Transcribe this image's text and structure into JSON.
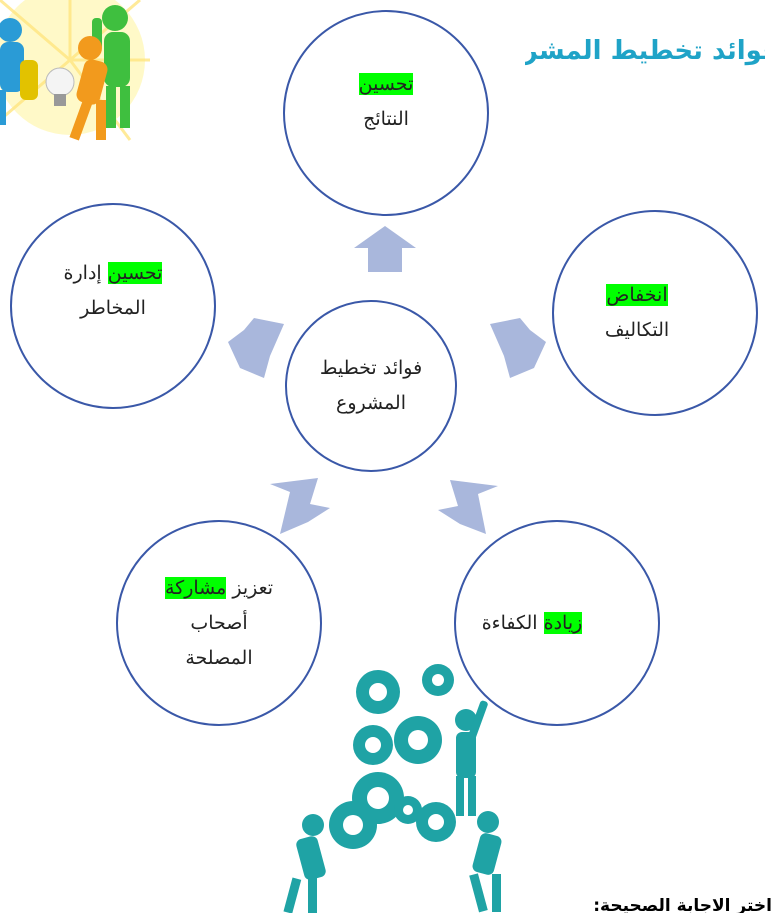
{
  "heading": "فوائد تخطيط المشروع",
  "center": {
    "line1": "فوائد تخطيط",
    "line2": "المشروع"
  },
  "nodes": {
    "top": {
      "hl": "تحسين",
      "line2": "النتائج"
    },
    "right": {
      "hl": "انخفاض",
      "line2": "التكاليف"
    },
    "left": {
      "hl": "تحسين",
      "rest1": " إدارة",
      "line2": "المخاطر"
    },
    "bottom_right": {
      "hl": "زيادة",
      "rest1": " الكفاءة"
    },
    "bottom_left": {
      "pre1": "تعزيز ",
      "hl": "مشاركة",
      "line2": "أصحاب",
      "line3": "المصلحة"
    }
  },
  "footer_text": "اختر الاجابة الصحيحة:",
  "colors": {
    "heading": "#1fa3c7",
    "circle_border": "#3a58a8",
    "highlight": "#00ff00",
    "arrow": "#a9b7dc",
    "gear_teal": "#1fa3a5"
  },
  "icons": {
    "top_left": "people-lightbulb-icon",
    "bottom": "gears-teamwork-icon"
  }
}
